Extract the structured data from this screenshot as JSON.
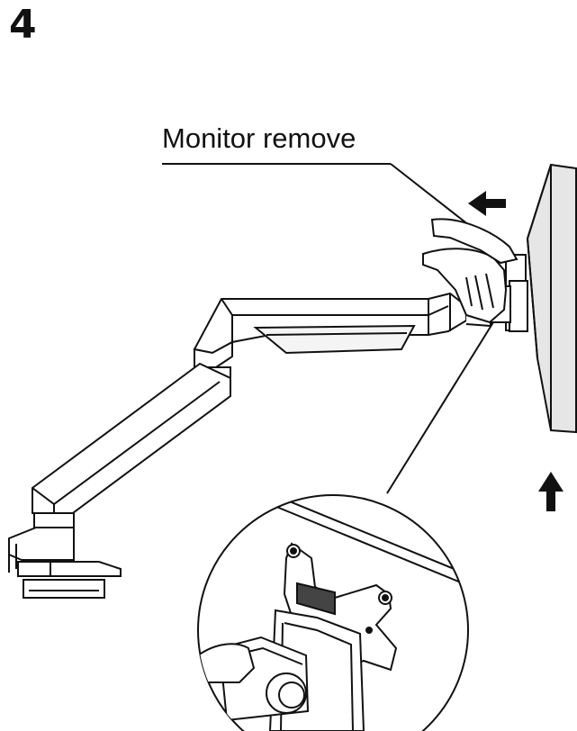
{
  "step": {
    "number": "4"
  },
  "callout": {
    "label": "Monitor remove"
  },
  "colors": {
    "line": "#111111",
    "monitor_panel": "#e6e6e6",
    "tray_fill": "#f4f4f4",
    "vesa_tab": "#444444"
  },
  "arrows": [
    {
      "name": "pull-left-arrow",
      "direction": "left"
    },
    {
      "name": "lift-up-arrow",
      "direction": "up"
    }
  ]
}
